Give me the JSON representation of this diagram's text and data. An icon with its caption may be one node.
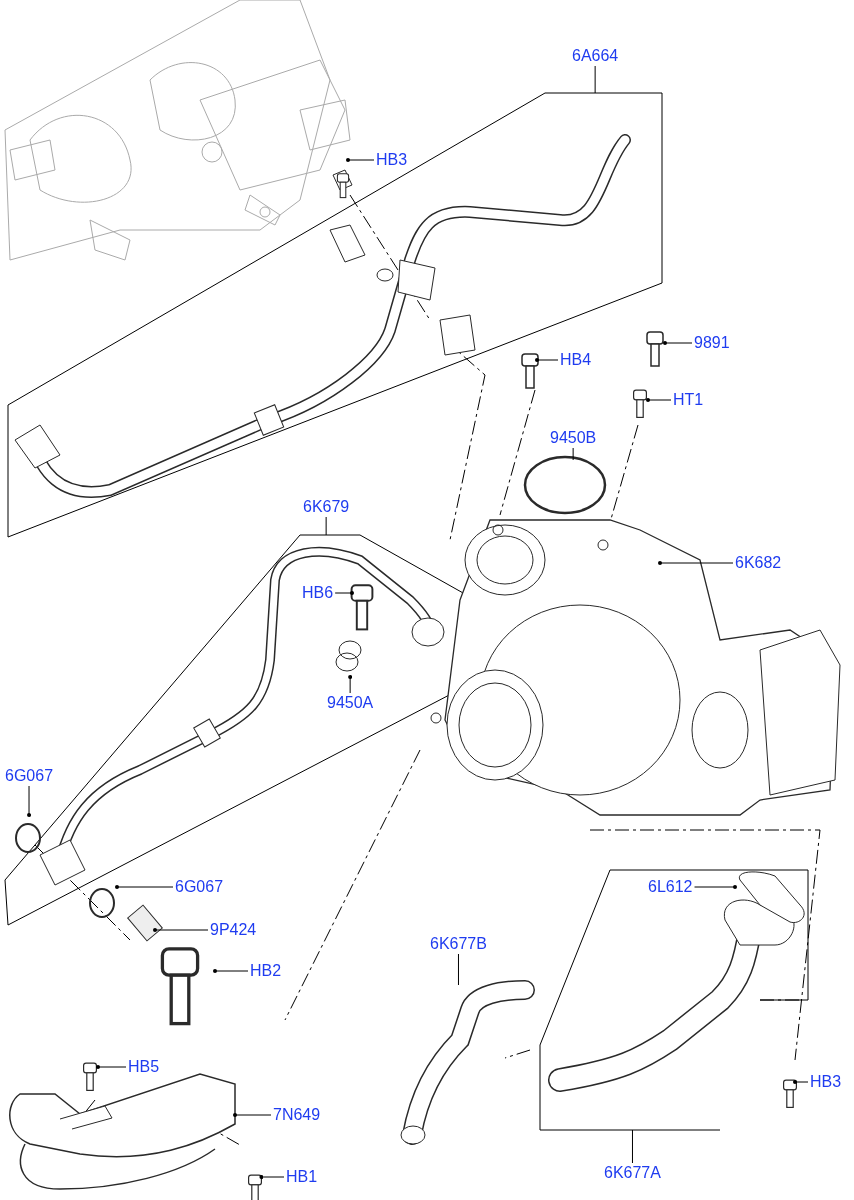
{
  "diagram": {
    "nodes": [
      {
        "text": [
          "6A664"
        ]
      },
      {
        "text": [
          "HB3"
        ]
      },
      {
        "text": [
          "9891"
        ]
      },
      {
        "text": [
          "HB4"
        ]
      },
      {
        "text": [
          "9450B"
        ]
      },
      {
        "text": [
          "HT1"
        ]
      },
      {
        "text": [
          "6K682"
        ]
      },
      {
        "text": [
          "6K679"
        ]
      },
      {
        "text": [
          "HB6"
        ]
      },
      {
        "text": [
          "9450A"
        ]
      },
      {
        "text": [
          "6G067"
        ]
      },
      {
        "text": [
          "6G067"
        ]
      },
      {
        "text": [
          "9P424"
        ]
      },
      {
        "text": [
          "HB2"
        ]
      },
      {
        "text": [
          "6L612"
        ]
      },
      {
        "text": [
          "6K677B"
        ]
      },
      {
        "text": [
          "HB5"
        ]
      },
      {
        "text": [
          "HB3"
        ]
      },
      {
        "text": [
          "7N649"
        ]
      },
      {
        "text": [
          "6K677A"
        ]
      },
      {
        "text": [
          "HB1"
        ]
      },
      {
        "text": [],
        "shape": "picture"
      },
      {
        "text": [],
        "shape": "picture"
      }
    ],
    "edges": [
      {
        "from": 0,
        "to": null,
        "arrow": "none"
      },
      {
        "from": 1,
        "to": null,
        "arrow": "other"
      },
      {
        "from": 2,
        "to": null,
        "arrow": "other"
      },
      {
        "from": 3,
        "to": null,
        "arrow": "other"
      },
      {
        "from": 4,
        "to": null,
        "arrow": "none"
      },
      {
        "from": 5,
        "to": null,
        "arrow": "other"
      },
      {
        "from": 6,
        "to": null,
        "arrow": "other"
      },
      {
        "from": 7,
        "to": null,
        "arrow": "none"
      },
      {
        "from": 8,
        "to": null,
        "arrow": "other"
      },
      {
        "from": 9,
        "to": null,
        "arrow": "other"
      },
      {
        "from": 10,
        "to": null,
        "arrow": "other"
      },
      {
        "from": 11,
        "to": null,
        "arrow": "other"
      },
      {
        "from": 12,
        "to": null,
        "arrow": "other"
      },
      {
        "from": 13,
        "to": null,
        "arrow": "other"
      },
      {
        "from": 14,
        "to": null,
        "arrow": "other"
      },
      {
        "from": 15,
        "to": null,
        "arrow": "none"
      },
      {
        "from": 16,
        "to": null,
        "arrow": "other"
      },
      {
        "from": 17,
        "to": null,
        "arrow": "other"
      },
      {
        "from": 18,
        "to": 21,
        "arrow": "other"
      },
      {
        "from": 19,
        "to": null,
        "arrow": "none"
      },
      {
        "from": 20,
        "to": 22,
        "arrow": "other"
      }
    ]
  }
}
